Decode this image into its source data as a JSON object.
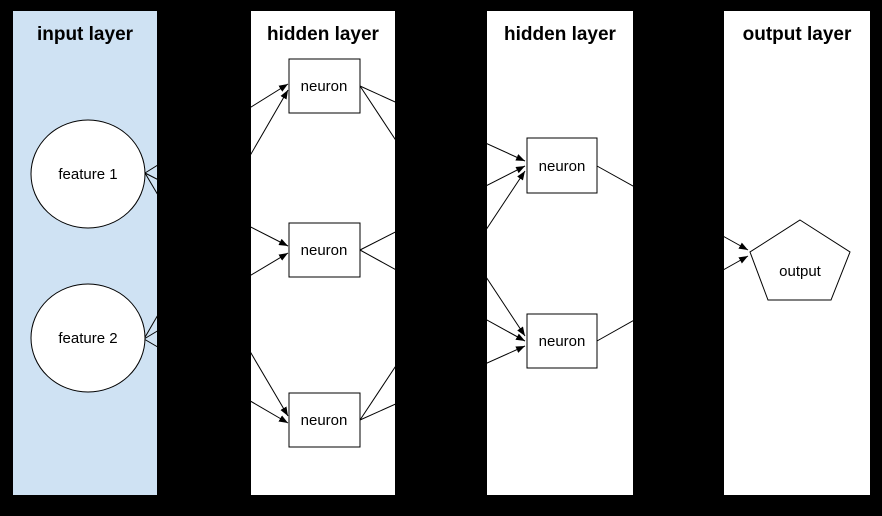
{
  "diagram": {
    "type": "neural-network",
    "colors": {
      "background": "#000000",
      "panel": "#ffffff",
      "input_panel": "#cfe2f3",
      "stroke": "#000000",
      "text": "#000000"
    },
    "layers": [
      {
        "id": "input",
        "title": "input layer",
        "nodes": [
          {
            "id": "f1",
            "label": "feature 1",
            "shape": "circle"
          },
          {
            "id": "f2",
            "label": "feature 2",
            "shape": "circle"
          }
        ]
      },
      {
        "id": "hidden1",
        "title": "hidden layer",
        "nodes": [
          {
            "id": "h1a",
            "label": "neuron",
            "shape": "rect"
          },
          {
            "id": "h1b",
            "label": "neuron",
            "shape": "rect"
          },
          {
            "id": "h1c",
            "label": "neuron",
            "shape": "rect"
          }
        ]
      },
      {
        "id": "hidden2",
        "title": "hidden layer",
        "nodes": [
          {
            "id": "h2a",
            "label": "neuron",
            "shape": "rect"
          },
          {
            "id": "h2b",
            "label": "neuron",
            "shape": "rect"
          }
        ]
      },
      {
        "id": "output",
        "title": "output layer",
        "nodes": [
          {
            "id": "out",
            "label": "output",
            "shape": "pentagon"
          }
        ]
      }
    ],
    "edges": [
      {
        "from": "f1",
        "to": "h1a"
      },
      {
        "from": "f1",
        "to": "h1b"
      },
      {
        "from": "f1",
        "to": "h1c"
      },
      {
        "from": "f2",
        "to": "h1a"
      },
      {
        "from": "f2",
        "to": "h1b"
      },
      {
        "from": "f2",
        "to": "h1c"
      },
      {
        "from": "h1a",
        "to": "h2a"
      },
      {
        "from": "h1a",
        "to": "h2b"
      },
      {
        "from": "h1b",
        "to": "h2a"
      },
      {
        "from": "h1b",
        "to": "h2b"
      },
      {
        "from": "h1c",
        "to": "h2a"
      },
      {
        "from": "h1c",
        "to": "h2b"
      },
      {
        "from": "h2a",
        "to": "out"
      },
      {
        "from": "h2b",
        "to": "out"
      }
    ]
  }
}
